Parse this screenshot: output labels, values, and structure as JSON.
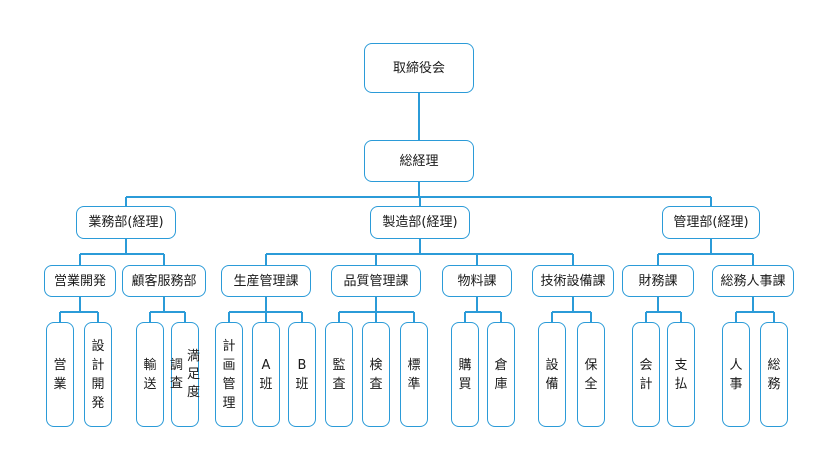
{
  "root": {
    "label": "取締役会"
  },
  "president": {
    "label": "総経理"
  },
  "divisions": [
    {
      "label": "業務部(経理)",
      "sections": [
        {
          "label": "営業開発",
          "units": [
            "営業",
            "設計開発"
          ]
        },
        {
          "label": "顧客服務部",
          "units": [
            "輸送",
            "満足度調査"
          ]
        }
      ]
    },
    {
      "label": "製造部(経理)",
      "sections": [
        {
          "label": "生産管理課",
          "units": [
            "計画管理",
            "A班",
            "B班"
          ]
        },
        {
          "label": "品質管理課",
          "units": [
            "監査",
            "検査",
            "標準"
          ]
        },
        {
          "label": "物料課",
          "units": [
            "購買",
            "倉庫"
          ]
        },
        {
          "label": "技術設備課",
          "units": [
            "設備",
            "保全"
          ]
        }
      ]
    },
    {
      "label": "管理部(経理)",
      "sections": [
        {
          "label": "財務課",
          "units": [
            "会計",
            "支払"
          ]
        },
        {
          "label": "総務人事課",
          "units": [
            "人事",
            "総務"
          ]
        }
      ]
    }
  ]
}
